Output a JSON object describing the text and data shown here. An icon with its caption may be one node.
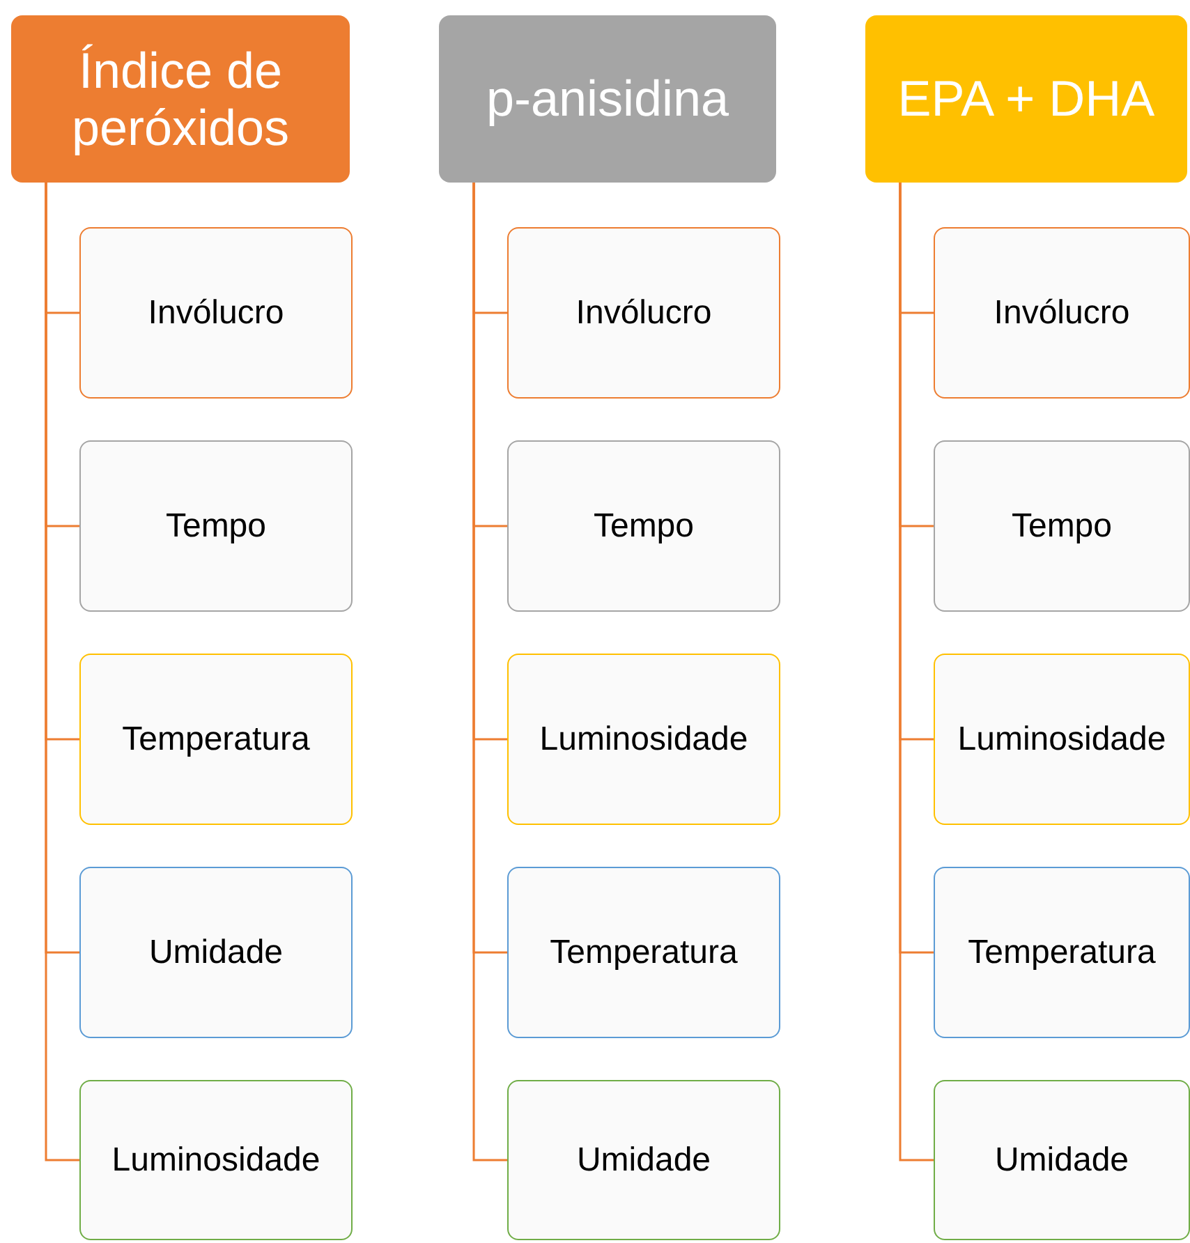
{
  "diagram": {
    "nodes": [
      {
        "text": [
          "Índice de peróxidos"
        ]
      },
      {
        "text": [
          "Invólucro"
        ]
      },
      {
        "text": [
          "Tempo"
        ]
      },
      {
        "text": [
          "Temperatura"
        ]
      },
      {
        "text": [
          "Umidade"
        ]
      },
      {
        "text": [
          "Luminosidade"
        ]
      },
      {
        "text": [
          "p-anisidina"
        ]
      },
      {
        "text": [
          "Invólucro"
        ]
      },
      {
        "text": [
          "Tempo"
        ]
      },
      {
        "text": [
          "Luminosidade"
        ]
      },
      {
        "text": [
          "Temperatura"
        ]
      },
      {
        "text": [
          "Umidade"
        ]
      },
      {
        "text": [
          "EPA + DHA"
        ]
      },
      {
        "text": [
          "Invólucro"
        ]
      },
      {
        "text": [
          "Tempo"
        ]
      },
      {
        "text": [
          "Luminosidade"
        ]
      },
      {
        "text": [
          "Temperatura"
        ]
      },
      {
        "text": [
          "Umidade"
        ]
      }
    ],
    "edges": [
      {
        "from": 0,
        "to": 1,
        "arrow": "none"
      },
      {
        "from": 0,
        "to": 2,
        "arrow": "none"
      },
      {
        "from": 0,
        "to": 3,
        "arrow": "none"
      },
      {
        "from": 0,
        "to": 4,
        "arrow": "none"
      },
      {
        "from": 0,
        "to": 5,
        "arrow": "none"
      },
      {
        "from": 6,
        "to": 7,
        "arrow": "none"
      },
      {
        "from": 6,
        "to": 8,
        "arrow": "none"
      },
      {
        "from": 6,
        "to": 9,
        "arrow": "none"
      },
      {
        "from": 6,
        "to": 10,
        "arrow": "none"
      },
      {
        "from": 6,
        "to": 11,
        "arrow": "none"
      },
      {
        "from": 12,
        "to": 13,
        "arrow": "none"
      },
      {
        "from": 12,
        "to": 14,
        "arrow": "none"
      },
      {
        "from": 12,
        "to": 15,
        "arrow": "none"
      },
      {
        "from": 12,
        "to": 16,
        "arrow": "none"
      },
      {
        "from": 12,
        "to": 17,
        "arrow": "none"
      }
    ]
  }
}
